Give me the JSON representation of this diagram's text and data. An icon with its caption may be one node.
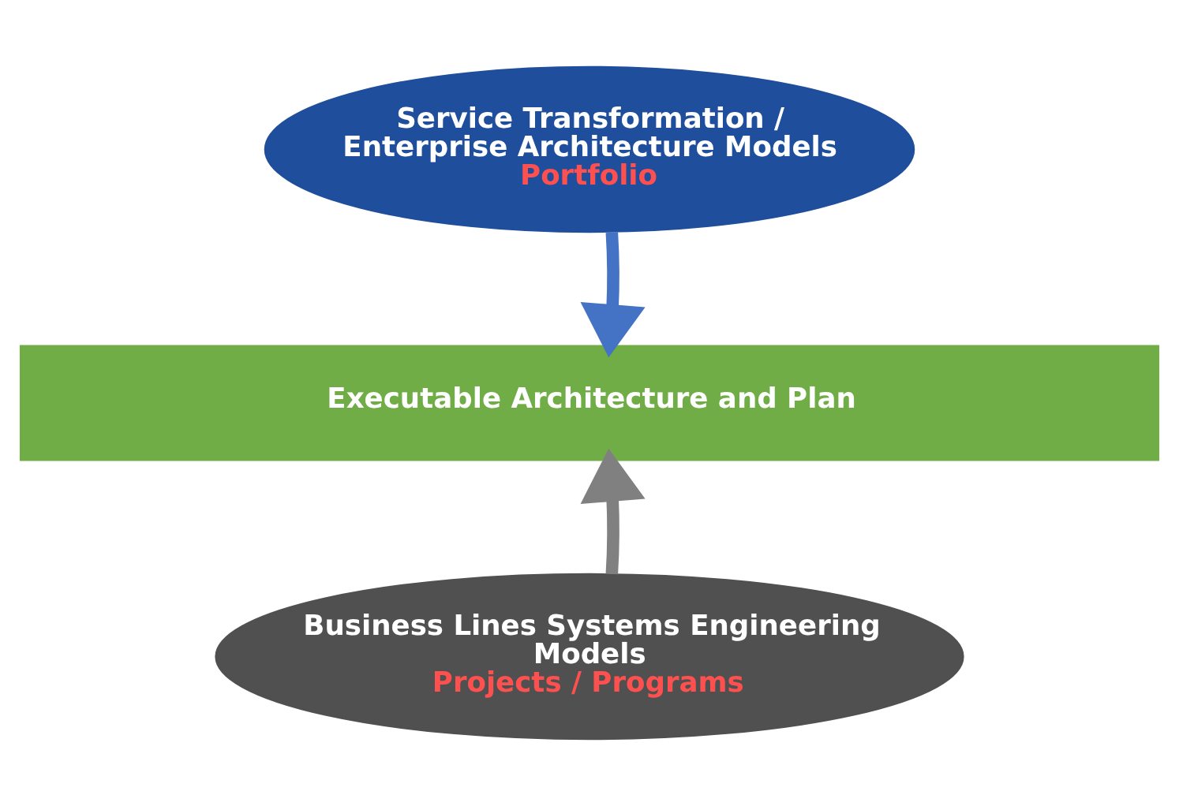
{
  "diagram": {
    "nodes": [
      {
        "text": [
          "Service Transformation / Enterprise Architecture Models",
          "Portfolio"
        ]
      },
      {
        "text": [
          "Executable Architecture and Plan"
        ]
      },
      {
        "text": [
          "Business Lines Systems Engineering Models",
          "Projects / Programs"
        ]
      }
    ],
    "edges": [
      {
        "from": 0,
        "to": 1,
        "arrow": "to",
        "color": "#4472c4"
      },
      {
        "from": 2,
        "to": 1,
        "arrow": "to",
        "color": "#808080"
      }
    ]
  }
}
